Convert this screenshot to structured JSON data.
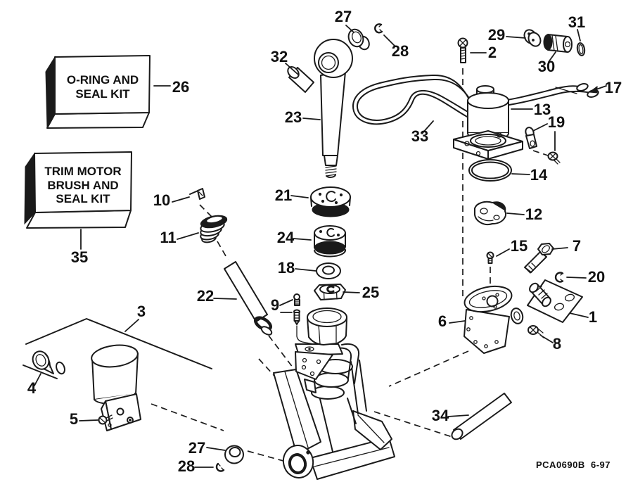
{
  "diagram": {
    "footer_code": "PCA0690B  6-97",
    "colors": {
      "ink": "#1a1a1a",
      "paper": "#ffffff"
    },
    "kits": [
      {
        "part_number": "26",
        "lines": [
          "O-RING AND",
          "SEAL KIT"
        ]
      },
      {
        "part_number": "35",
        "lines": [
          "TRIM MOTOR",
          "BRUSH AND",
          "SEAL KIT"
        ]
      }
    ],
    "callouts": [
      {
        "number": "27"
      },
      {
        "number": "28"
      },
      {
        "number": "32"
      },
      {
        "number": "2"
      },
      {
        "number": "29"
      },
      {
        "number": "30"
      },
      {
        "number": "31"
      },
      {
        "number": "17"
      },
      {
        "number": "26"
      },
      {
        "number": "23"
      },
      {
        "number": "13"
      },
      {
        "number": "19"
      },
      {
        "number": "33"
      },
      {
        "number": "14"
      },
      {
        "number": "12"
      },
      {
        "number": "10"
      },
      {
        "number": "21"
      },
      {
        "number": "11"
      },
      {
        "number": "24"
      },
      {
        "number": "35"
      },
      {
        "number": "18"
      },
      {
        "number": "15"
      },
      {
        "number": "7"
      },
      {
        "number": "25"
      },
      {
        "number": "20"
      },
      {
        "number": "9"
      },
      {
        "number": "22"
      },
      {
        "number": "3"
      },
      {
        "number": "1"
      },
      {
        "number": "6"
      },
      {
        "number": "8"
      },
      {
        "number": "4"
      },
      {
        "number": "5"
      },
      {
        "number": "34"
      },
      {
        "number": "27"
      },
      {
        "number": "28"
      }
    ]
  }
}
